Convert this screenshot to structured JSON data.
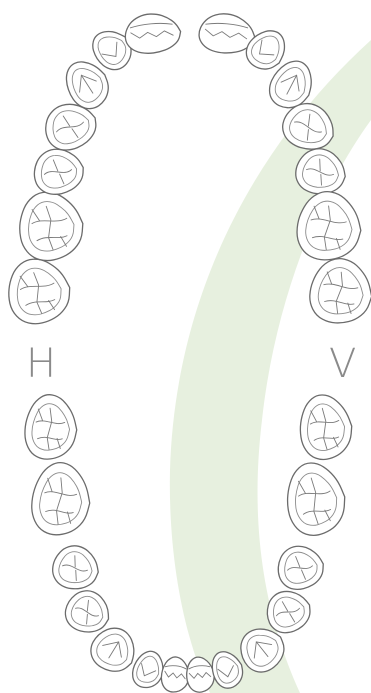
{
  "labels": {
    "left": "H",
    "right": "V"
  },
  "colors": {
    "background": "#ffffff",
    "outline": "#6b6b6b",
    "watermark": "#e4eedb",
    "label": "#8a8a8a"
  },
  "arches": {
    "upper": {
      "tooth_count": 14
    },
    "lower": {
      "tooth_count": 14
    }
  }
}
